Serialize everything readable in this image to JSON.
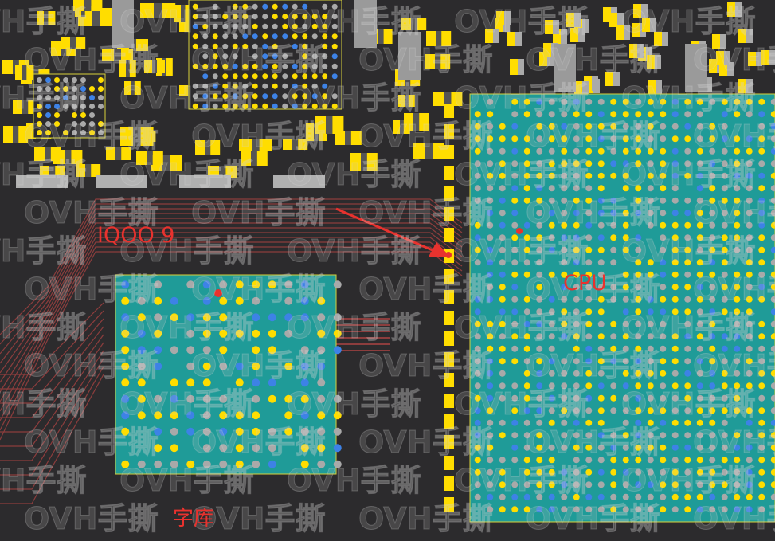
{
  "board": {
    "labels": {
      "phone_model": "IQOO 9",
      "cpu": "CPU",
      "flash": "字库"
    },
    "watermark": "OVH手撕",
    "colors": {
      "background": "#2c2b2d",
      "chip_fill": "#1f9b98",
      "pad_yellow": "#ffdd00",
      "pad_grey": "#a9a9a9",
      "pad_blue": "#3d82e6",
      "pad_red": "#e8322e",
      "trace": "#8c3d3d",
      "label": "#e8322e"
    }
  }
}
